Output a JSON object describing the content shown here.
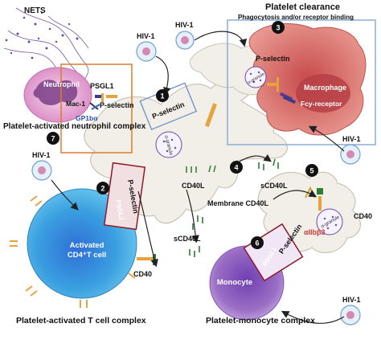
{
  "labels": {
    "nets": "NETS",
    "hiv_top_left": "HIV-1",
    "hiv_top_center": "HIV-1",
    "hiv_left": "HIV-1",
    "hiv_right": "HIV-1",
    "hiv_bottom_right": "HIV-1",
    "neutrophil": "Neutrophil",
    "psgl1_neutrophil": "PSGL1",
    "mac1": "Mac-1",
    "gp1b": "GP1bα",
    "pselectin_neutrophil": "P-selectin",
    "platelet_clearance_title": "Platelet clearance",
    "platelet_clearance_sub": "Phagocytosis and/or receptor binding",
    "pselectin_macrophage": "P-selectin",
    "alpha_granule_macrophage": "α-granule",
    "macrophage": "Macrophage",
    "fcy_receptor": "Fcy-receptor",
    "pselectin_platelet": "P-selectin",
    "neutrophil_complex": "Platelet-activated neutrophil complex",
    "alpha_granule_center": "α-granule",
    "pselectin_tcell": "P-selectin",
    "psgl1_tcell": "PSGL1",
    "cd40l": "CD40L",
    "scd40l_top": "sCD40L",
    "membrane_cd40l": "Membrane CD40L",
    "cd40_right": "CD40",
    "aiib3": "αIIbβ3",
    "alpha_granule_right": "α-granule",
    "scd40l_mid": "sCD40L",
    "activated_tcell_line1": "Activated",
    "activated_tcell_line2": "CD4⁺T  cell",
    "cd40_tcell": "CD40",
    "monocyte": "Monocyte",
    "psgl1_monocyte": "PSGL1",
    "pselectin_monocyte": "P-selectin",
    "tcell_complex": "Platelet-activated T cell complex",
    "monocyte_complex": "Platelet-monocyte complex"
  },
  "steps": [
    "1",
    "2",
    "3",
    "4",
    "5",
    "6",
    "7"
  ],
  "colors": {
    "neutrophil": "#e9a7d6",
    "platelet": "#f0eee6",
    "macrophage": "#e3807a",
    "tcell": "#3aa6dd",
    "monocyte": "#9a6fc4",
    "box_orange": "#e07b2c",
    "box_blue": "#8aaed6",
    "box_maroon": "#8b1c2a",
    "scd40l_text": "#2e7d32",
    "virus": "#9fc4ea"
  }
}
